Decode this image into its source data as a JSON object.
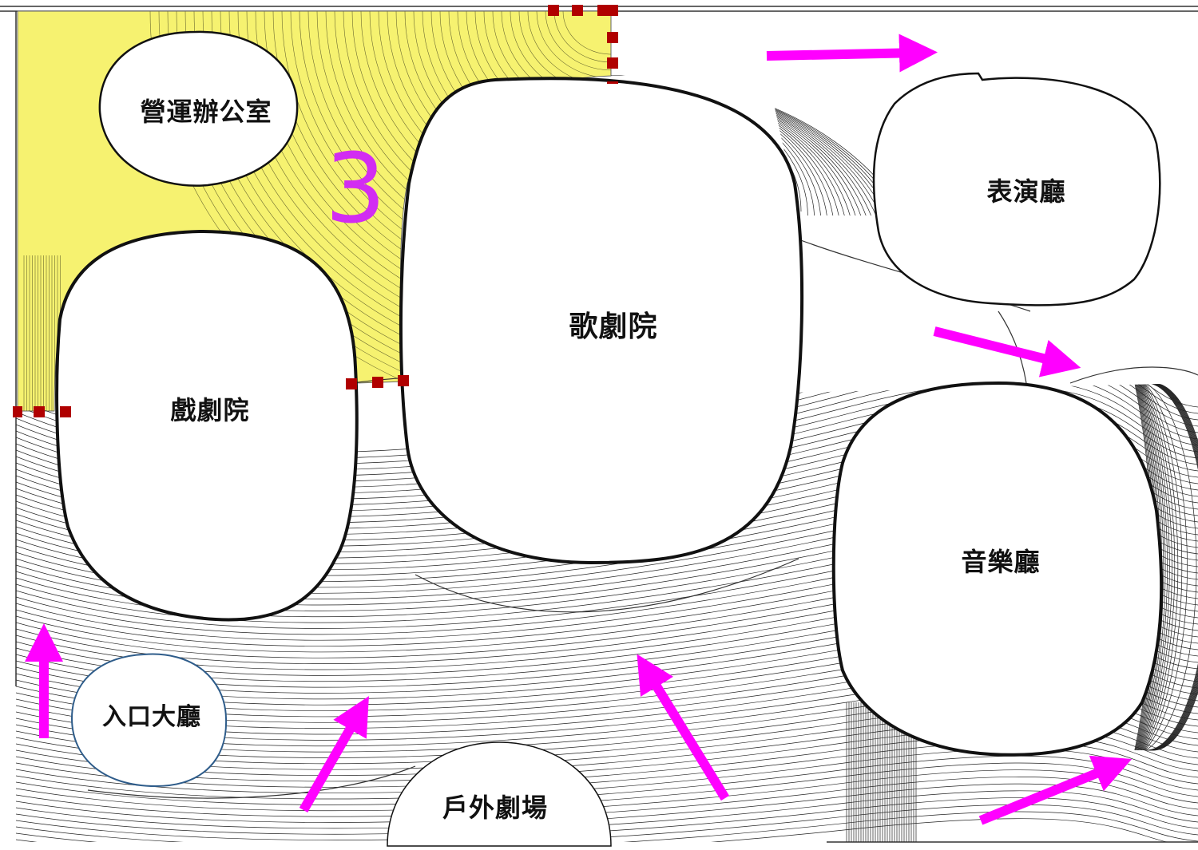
{
  "zone_number": "3",
  "rooms": {
    "office": "營運辦公室",
    "performance_hall": "表演廳",
    "opera_house": "歌劇院",
    "drama_theater": "戲劇院",
    "concert_hall": "音樂廳",
    "entrance_lobby": "入口大廳",
    "outdoor_theater": "戶外劇場"
  },
  "colors": {
    "highlight_zone": "#f6f270",
    "arrow": "#ff00ff",
    "door_marker": "#b00000",
    "zone_number": "#d22cf2",
    "line": "#222222"
  },
  "icons": [
    "flow-arrow-icon",
    "door-marker-icon"
  ]
}
